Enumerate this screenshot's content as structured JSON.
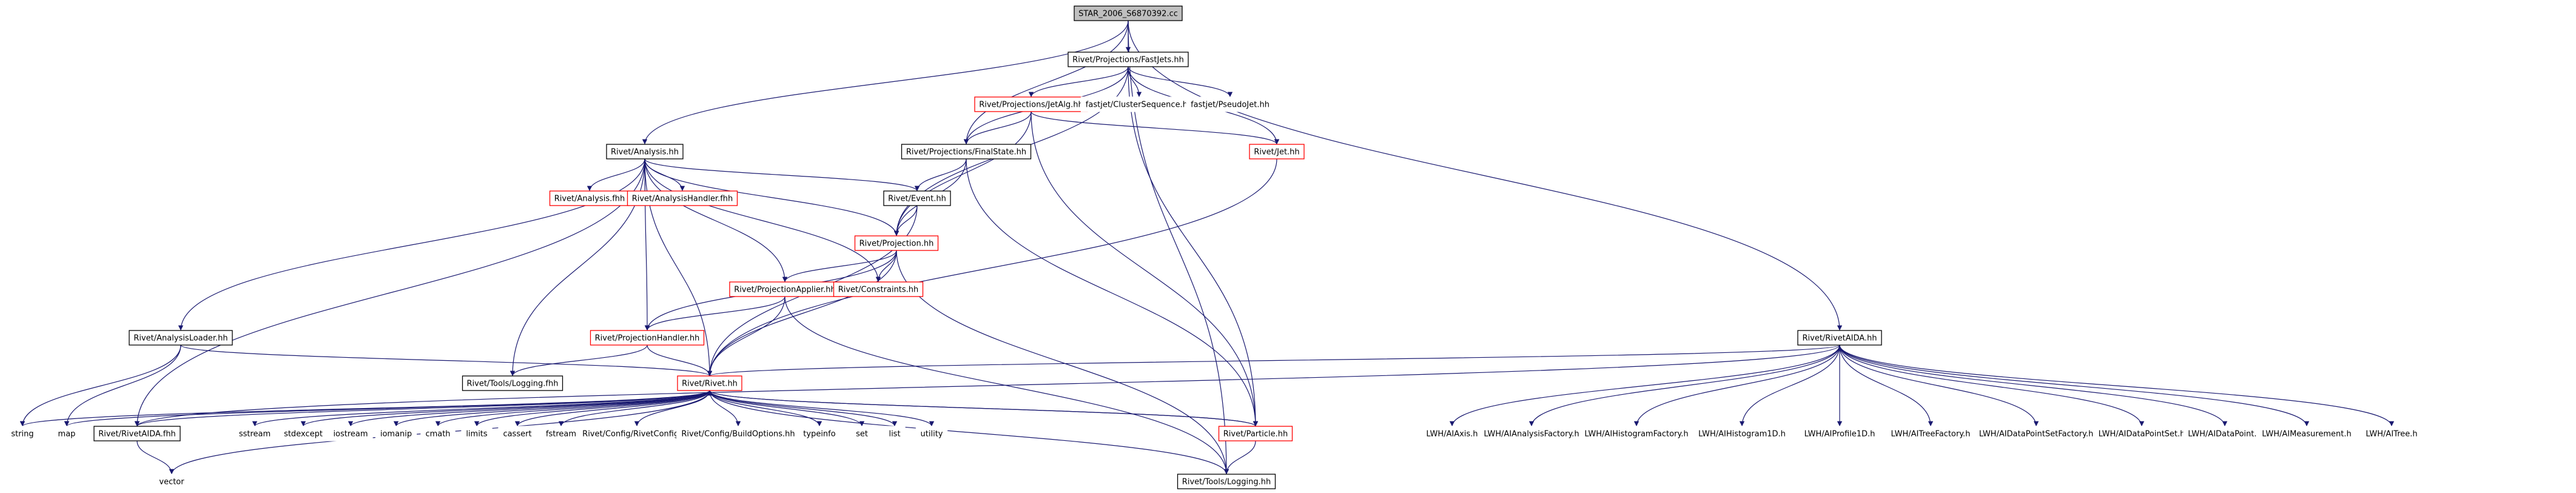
{
  "graph": {
    "colors": {
      "edge": "#191970",
      "box_plain": "#000000",
      "box_red": "#ff0000",
      "box_none": "#ffffff",
      "root_fill": "#bfbfbf",
      "text": "#000000"
    },
    "nodes": [
      {
        "id": "root",
        "label": "STAR_2006_S6870392.cc",
        "style": "root"
      },
      {
        "id": "fastjets",
        "label": "Rivet/Projections/FastJets.hh",
        "style": "plain"
      },
      {
        "id": "jetalg",
        "label": "Rivet/Projections/JetAlg.hh",
        "style": "red"
      },
      {
        "id": "clusterseq",
        "label": "fastjet/ClusterSequence.hh",
        "style": "none"
      },
      {
        "id": "pseudojet",
        "label": "fastjet/PseudoJet.hh",
        "style": "none"
      },
      {
        "id": "jet",
        "label": "Rivet/Jet.hh",
        "style": "red"
      },
      {
        "id": "analysis",
        "label": "Rivet/Analysis.hh",
        "style": "plain"
      },
      {
        "id": "finalstate",
        "label": "Rivet/Projections/FinalState.hh",
        "style": "plain"
      },
      {
        "id": "analysisfhh",
        "label": "Rivet/Analysis.fhh",
        "style": "red"
      },
      {
        "id": "analysishandler",
        "label": "Rivet/AnalysisHandler.fhh",
        "style": "red"
      },
      {
        "id": "event",
        "label": "Rivet/Event.hh",
        "style": "plain"
      },
      {
        "id": "projection",
        "label": "Rivet/Projection.hh",
        "style": "red"
      },
      {
        "id": "projapplier",
        "label": "Rivet/ProjectionApplier.hh",
        "style": "red"
      },
      {
        "id": "constraints",
        "label": "Rivet/Constraints.hh",
        "style": "red"
      },
      {
        "id": "analysisloader",
        "label": "Rivet/AnalysisLoader.hh",
        "style": "plain"
      },
      {
        "id": "projhandler",
        "label": "Rivet/ProjectionHandler.hh",
        "style": "red"
      },
      {
        "id": "loggingfhh",
        "label": "Rivet/Tools/Logging.fhh",
        "style": "plain"
      },
      {
        "id": "rivethh",
        "label": "Rivet/Rivet.hh",
        "style": "red"
      },
      {
        "id": "rivetaida",
        "label": "Rivet/RivetAIDA.hh",
        "style": "plain"
      },
      {
        "id": "string",
        "label": "string",
        "style": "none"
      },
      {
        "id": "map",
        "label": "map",
        "style": "none"
      },
      {
        "id": "rivetaidafhh",
        "label": "Rivet/RivetAIDA.fhh",
        "style": "plain"
      },
      {
        "id": "vector",
        "label": "vector",
        "style": "none"
      },
      {
        "id": "sstream",
        "label": "sstream",
        "style": "none"
      },
      {
        "id": "stdexcept",
        "label": "stdexcept",
        "style": "none"
      },
      {
        "id": "iostream",
        "label": "iostream",
        "style": "none"
      },
      {
        "id": "iomanip",
        "label": "iomanip",
        "style": "none"
      },
      {
        "id": "cmath",
        "label": "cmath",
        "style": "none"
      },
      {
        "id": "limits",
        "label": "limits",
        "style": "none"
      },
      {
        "id": "cassert",
        "label": "cassert",
        "style": "none"
      },
      {
        "id": "fstream",
        "label": "fstream",
        "style": "none"
      },
      {
        "id": "rivetconfig",
        "label": "Rivet/Config/RivetConfig.hh",
        "style": "none"
      },
      {
        "id": "buildoptions",
        "label": "Rivet/Config/BuildOptions.hh",
        "style": "none"
      },
      {
        "id": "typeinfo",
        "label": "typeinfo",
        "style": "none"
      },
      {
        "id": "set",
        "label": "set",
        "style": "none"
      },
      {
        "id": "list",
        "label": "list",
        "style": "none"
      },
      {
        "id": "utility",
        "label": "utility",
        "style": "none"
      },
      {
        "id": "particle",
        "label": "Rivet/Particle.hh",
        "style": "red"
      },
      {
        "id": "logginghh",
        "label": "Rivet/Tools/Logging.hh",
        "style": "plain"
      },
      {
        "id": "lwhaxis",
        "label": "LWH/AIAxis.h",
        "style": "none"
      },
      {
        "id": "lwhanafac",
        "label": "LWH/AIAnalysisFactory.h",
        "style": "none"
      },
      {
        "id": "lwhhistfac",
        "label": "LWH/AIHistogramFactory.h",
        "style": "none"
      },
      {
        "id": "lwhhist1d",
        "label": "LWH/AIHistogram1D.h",
        "style": "none"
      },
      {
        "id": "lwhprof1d",
        "label": "LWH/AIProfile1D.h",
        "style": "none"
      },
      {
        "id": "lwhtreefac",
        "label": "LWH/AITreeFactory.h",
        "style": "none"
      },
      {
        "id": "lwhdpsfac",
        "label": "LWH/AIDataPointSetFactory.h",
        "style": "none"
      },
      {
        "id": "lwhdps",
        "label": "LWH/AIDataPointSet.h",
        "style": "none"
      },
      {
        "id": "lwhdp",
        "label": "LWH/AIDataPoint.h",
        "style": "none"
      },
      {
        "id": "lwhmeas",
        "label": "LWH/AIMeasurement.h",
        "style": "none"
      },
      {
        "id": "lwhtree",
        "label": "LWH/AITree.h",
        "style": "none"
      }
    ],
    "edges": [
      [
        "root",
        "fastjets"
      ],
      [
        "root",
        "analysis"
      ],
      [
        "root",
        "finalstate"
      ],
      [
        "root",
        "rivetaida"
      ],
      [
        "root",
        "logginghh"
      ],
      [
        "fastjets",
        "jetalg"
      ],
      [
        "fastjets",
        "clusterseq"
      ],
      [
        "fastjets",
        "pseudojet"
      ],
      [
        "fastjets",
        "jet"
      ],
      [
        "fastjets",
        "finalstate"
      ],
      [
        "fastjets",
        "projection"
      ],
      [
        "fastjets",
        "particle"
      ],
      [
        "jetalg",
        "finalstate"
      ],
      [
        "jetalg",
        "jet"
      ],
      [
        "jetalg",
        "projection"
      ],
      [
        "jetalg",
        "particle"
      ],
      [
        "jet",
        "rivethh"
      ],
      [
        "finalstate",
        "event"
      ],
      [
        "finalstate",
        "projection"
      ],
      [
        "finalstate",
        "particle"
      ],
      [
        "analysis",
        "analysisfhh"
      ],
      [
        "analysis",
        "analysishandler"
      ],
      [
        "analysis",
        "event"
      ],
      [
        "analysis",
        "projection"
      ],
      [
        "analysis",
        "projapplier"
      ],
      [
        "analysis",
        "constraints"
      ],
      [
        "analysis",
        "analysisloader"
      ],
      [
        "analysis",
        "projhandler"
      ],
      [
        "analysis",
        "loggingfhh"
      ],
      [
        "analysis",
        "rivethh"
      ],
      [
        "analysis",
        "rivetaidafhh"
      ],
      [
        "event",
        "projection"
      ],
      [
        "event",
        "rivethh"
      ],
      [
        "projection",
        "projapplier"
      ],
      [
        "projection",
        "constraints"
      ],
      [
        "projection",
        "projhandler"
      ],
      [
        "projection",
        "rivethh"
      ],
      [
        "projection",
        "logginghh"
      ],
      [
        "projapplier",
        "projhandler"
      ],
      [
        "projapplier",
        "rivethh"
      ],
      [
        "projapplier",
        "logginghh"
      ],
      [
        "projhandler",
        "loggingfhh"
      ],
      [
        "projhandler",
        "rivethh"
      ],
      [
        "analysisloader",
        "rivethh"
      ],
      [
        "analysisloader",
        "string"
      ],
      [
        "analysisloader",
        "map"
      ],
      [
        "rivethh",
        "string"
      ],
      [
        "rivethh",
        "map"
      ],
      [
        "rivethh",
        "rivetaidafhh"
      ],
      [
        "rivethh",
        "vector"
      ],
      [
        "rivethh",
        "sstream"
      ],
      [
        "rivethh",
        "stdexcept"
      ],
      [
        "rivethh",
        "iostream"
      ],
      [
        "rivethh",
        "iomanip"
      ],
      [
        "rivethh",
        "cmath"
      ],
      [
        "rivethh",
        "limits"
      ],
      [
        "rivethh",
        "cassert"
      ],
      [
        "rivethh",
        "fstream"
      ],
      [
        "rivethh",
        "rivetconfig"
      ],
      [
        "rivethh",
        "buildoptions"
      ],
      [
        "rivethh",
        "typeinfo"
      ],
      [
        "rivethh",
        "set"
      ],
      [
        "rivethh",
        "list"
      ],
      [
        "rivethh",
        "utility"
      ],
      [
        "rivethh",
        "particle"
      ],
      [
        "rivethh",
        "logginghh"
      ],
      [
        "rivetaidafhh",
        "vector"
      ],
      [
        "particle",
        "rivethh"
      ],
      [
        "particle",
        "logginghh"
      ],
      [
        "rivetaida",
        "rivethh"
      ],
      [
        "rivetaida",
        "rivetaidafhh"
      ],
      [
        "rivetaida",
        "lwhaxis"
      ],
      [
        "rivetaida",
        "lwhanafac"
      ],
      [
        "rivetaida",
        "lwhhistfac"
      ],
      [
        "rivetaida",
        "lwhhist1d"
      ],
      [
        "rivetaida",
        "lwhprof1d"
      ],
      [
        "rivetaida",
        "lwhtreefac"
      ],
      [
        "rivetaida",
        "lwhdpsfac"
      ],
      [
        "rivetaida",
        "lwhdps"
      ],
      [
        "rivetaida",
        "lwhdp"
      ],
      [
        "rivetaida",
        "lwhmeas"
      ],
      [
        "rivetaida",
        "lwhtree"
      ]
    ]
  }
}
